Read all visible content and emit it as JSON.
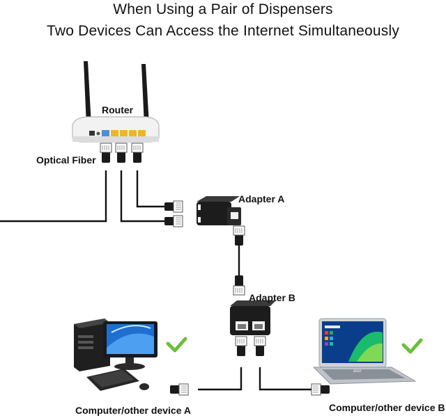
{
  "header": {
    "title_line1": "When Using a Pair of Dispensers",
    "title_line2": "Two Devices Can Access the Internet  Simultaneously"
  },
  "labels": {
    "router": "Router",
    "optical_fiber": "Optical Fiber",
    "adapter_a": "Adapter A",
    "adapter_b": "Adapter B",
    "device_a": "Computer/other device A",
    "device_b": "Computer/other device B"
  },
  "laptop": {
    "brand": "acer"
  },
  "colors": {
    "cable": "#111111",
    "check": "#6cbf3a",
    "router_body": "#f2f2f2",
    "lan_port": "#f0b428",
    "screen_blue": "#1e6fd0"
  },
  "icons": [
    "router-icon",
    "rj45-plug-icon",
    "adapter-icon",
    "desktop-computer-icon",
    "laptop-icon",
    "checkmark-icon"
  ]
}
